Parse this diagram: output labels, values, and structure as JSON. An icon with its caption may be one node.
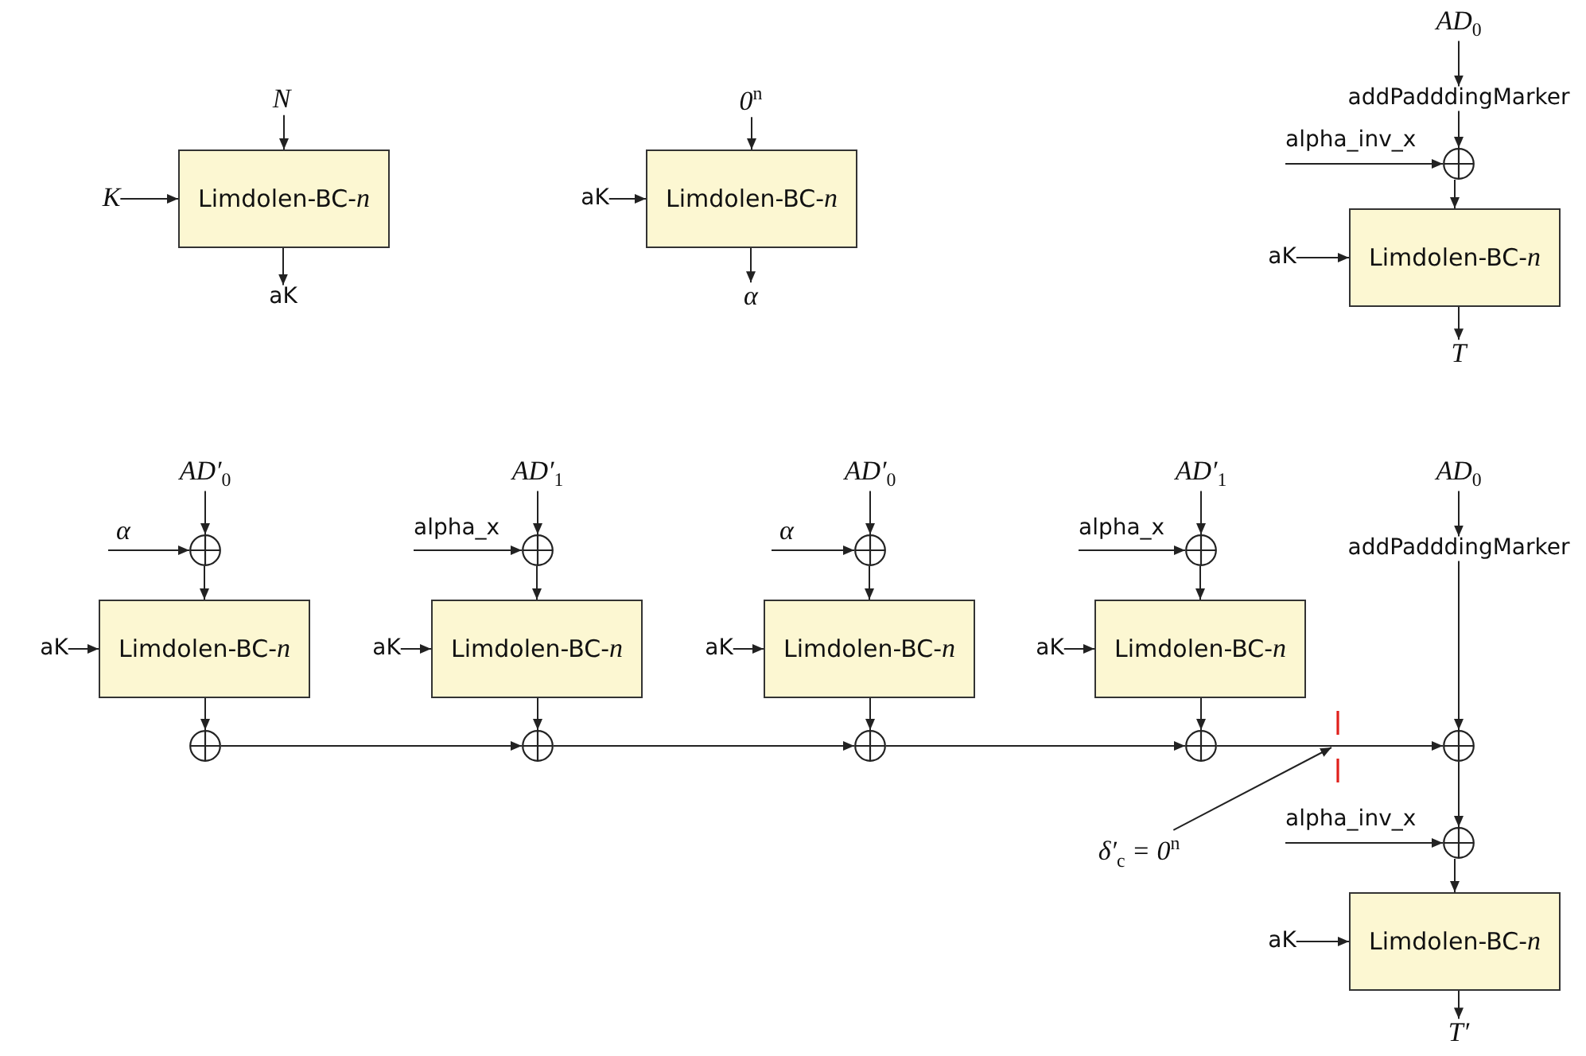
{
  "diagram": {
    "nodes": [
      {
        "text": [
          "N"
        ]
      },
      {
        "text": [
          "K"
        ]
      },
      {
        "text": [
          "Limdolen-BC-*n*"
        ]
      },
      {
        "text": [
          "aK"
        ]
      },
      {
        "text": [
          "0$^{n}$"
        ]
      },
      {
        "text": [
          "aK"
        ]
      },
      {
        "text": [
          "Limdolen-BC-*n*"
        ]
      },
      {
        "text": [
          "α"
        ]
      },
      {
        "text": [
          "AD$_{0}$"
        ]
      },
      {
        "text": [
          "addPadddingMarker"
        ]
      },
      {
        "text": [
          "alpha_inv_x"
        ]
      },
      {
        "text": [],
        "shape": "circle"
      },
      {
        "text": [
          "aK"
        ]
      },
      {
        "text": [
          "Limdolen-BC-*n*"
        ]
      },
      {
        "text": [
          "T"
        ]
      },
      {
        "text": [
          "AD′$_{0}$"
        ]
      },
      {
        "text": [
          "α"
        ]
      },
      {
        "text": [],
        "shape": "circle"
      },
      {
        "text": [
          "aK"
        ]
      },
      {
        "text": [
          "Limdolen-BC-*n*"
        ]
      },
      {
        "text": [],
        "shape": "circle"
      },
      {
        "text": [
          "AD′$_{1}$"
        ]
      },
      {
        "text": [
          "alpha_x"
        ]
      },
      {
        "text": [],
        "shape": "circle"
      },
      {
        "text": [
          "aK"
        ]
      },
      {
        "text": [
          "Limdolen-BC-*n*"
        ]
      },
      {
        "text": [],
        "shape": "circle"
      },
      {
        "text": [
          "AD′$_{0}$"
        ]
      },
      {
        "text": [
          "α"
        ]
      },
      {
        "text": [],
        "shape": "circle"
      },
      {
        "text": [
          "aK"
        ]
      },
      {
        "text": [
          "Limdolen-BC-*n*"
        ]
      },
      {
        "text": [],
        "shape": "circle"
      },
      {
        "text": [
          "AD′$_{1}$"
        ]
      },
      {
        "text": [
          "alpha_x"
        ]
      },
      {
        "text": [],
        "shape": "circle"
      },
      {
        "text": [
          "aK"
        ]
      },
      {
        "text": [
          "Limdolen-BC-*n*"
        ]
      },
      {
        "text": [],
        "shape": "circle"
      },
      {
        "text": [
          "AD$_{0}$"
        ]
      },
      {
        "text": [
          "addPadddingMarker"
        ]
      },
      {
        "text": [],
        "shape": "circle"
      },
      {
        "text": [
          "δ′$_{c}$ = 0$^{n}$"
        ]
      },
      {
        "text": [
          "alpha_inv_x"
        ]
      },
      {
        "text": [],
        "shape": "circle"
      },
      {
        "text": [
          "aK"
        ]
      },
      {
        "text": [
          "Limdolen-BC-*n*"
        ]
      },
      {
        "text": [
          "T′"
        ]
      }
    ],
    "edges": [
      {
        "from": 0,
        "to": 2,
        "arrow": "to"
      },
      {
        "from": 1,
        "to": 2,
        "arrow": "to"
      },
      {
        "from": 2,
        "to": 3,
        "arrow": "to"
      },
      {
        "from": 4,
        "to": 6,
        "arrow": "to"
      },
      {
        "from": 5,
        "to": 6,
        "arrow": "to"
      },
      {
        "from": 6,
        "to": 7,
        "arrow": "to"
      },
      {
        "from": 8,
        "to": 9,
        "arrow": "to"
      },
      {
        "from": 9,
        "to": 11,
        "arrow": "to"
      },
      {
        "from": 10,
        "to": 11,
        "arrow": "to"
      },
      {
        "from": 11,
        "to": 13,
        "arrow": "to"
      },
      {
        "from": 12,
        "to": 13,
        "arrow": "to"
      },
      {
        "from": 13,
        "to": 14,
        "arrow": "to"
      },
      {
        "from": 15,
        "to": 17,
        "arrow": "to"
      },
      {
        "from": 16,
        "to": 17,
        "arrow": "to"
      },
      {
        "from": 17,
        "to": 19,
        "arrow": "to"
      },
      {
        "from": 18,
        "to": 19,
        "arrow": "to"
      },
      {
        "from": 19,
        "to": 20,
        "arrow": "to"
      },
      {
        "from": 21,
        "to": 23,
        "arrow": "to"
      },
      {
        "from": 22,
        "to": 23,
        "arrow": "to"
      },
      {
        "from": 23,
        "to": 25,
        "arrow": "to"
      },
      {
        "from": 24,
        "to": 25,
        "arrow": "to"
      },
      {
        "from": 25,
        "to": 26,
        "arrow": "to"
      },
      {
        "from": 27,
        "to": 29,
        "arrow": "to"
      },
      {
        "from": 28,
        "to": 29,
        "arrow": "to"
      },
      {
        "from": 29,
        "to": 31,
        "arrow": "to"
      },
      {
        "from": 30,
        "to": 31,
        "arrow": "to"
      },
      {
        "from": 31,
        "to": 32,
        "arrow": "to"
      },
      {
        "from": 33,
        "to": 35,
        "arrow": "to"
      },
      {
        "from": 34,
        "to": 35,
        "arrow": "to"
      },
      {
        "from": 35,
        "to": 37,
        "arrow": "to"
      },
      {
        "from": 36,
        "to": 37,
        "arrow": "to"
      },
      {
        "from": 37,
        "to": 38,
        "arrow": "to"
      },
      {
        "from": 20,
        "to": 26,
        "arrow": "to"
      },
      {
        "from": 26,
        "to": 32,
        "arrow": "to"
      },
      {
        "from": 32,
        "to": 38,
        "arrow": "to"
      },
      {
        "from": 38,
        "to": 41,
        "arrow": "to"
      },
      {
        "from": 39,
        "to": 40,
        "arrow": "to"
      },
      {
        "from": 40,
        "to": 41,
        "arrow": "to"
      },
      {
        "from": 41,
        "to": 44,
        "arrow": "to"
      },
      {
        "from": 43,
        "to": 44,
        "arrow": "to"
      },
      {
        "from": 44,
        "to": 46,
        "arrow": "to"
      },
      {
        "from": 45,
        "to": 46,
        "arrow": "to"
      },
      {
        "from": 46,
        "to": 47,
        "arrow": "to"
      },
      {
        "from": 42,
        "to": null,
        "arrow": "to"
      }
    ]
  }
}
